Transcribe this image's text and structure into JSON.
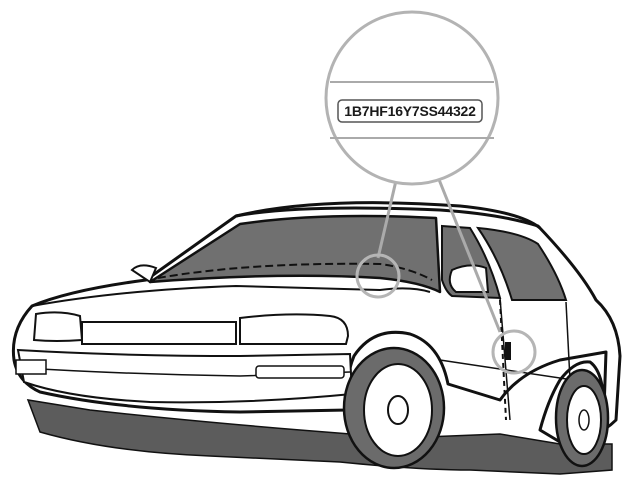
{
  "diagram": {
    "vin_label": "1B7HF16Y7SS44322",
    "colors": {
      "body_outline": "#111111",
      "glass_fill": "#6f6f6f",
      "tire_fill": "#6b6b6b",
      "shadow_fill": "#5a5a5a",
      "callout_circle": "#b3b3b3",
      "callout_stroke": "#aaaaaa"
    },
    "callouts": [
      {
        "name": "dashboard-vin-location",
        "description_icon": "magnify-circle-icon"
      },
      {
        "name": "door-jamb-vin-location",
        "description_icon": "magnify-circle-icon"
      }
    ]
  }
}
